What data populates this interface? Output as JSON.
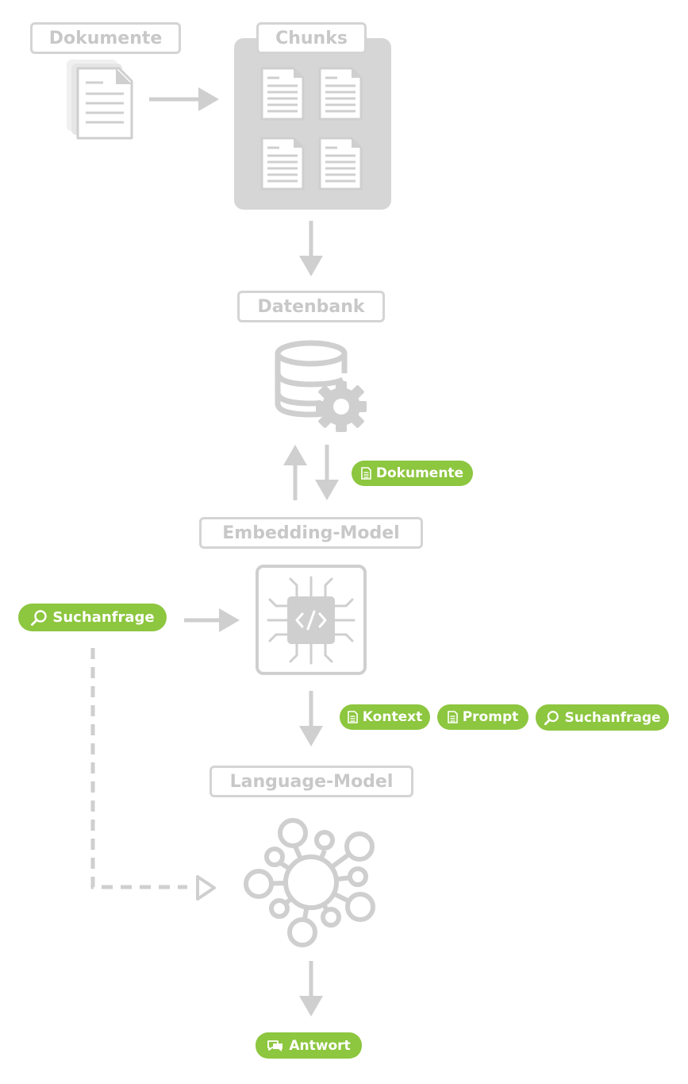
{
  "labels": {
    "dokumente": "Dokumente",
    "chunks": "Chunks",
    "datenbank": "Datenbank",
    "embedding_model": "Embedding-Model",
    "language_model": "Language-Model"
  },
  "pills": {
    "dokumente": "Dokumente",
    "suchanfrage_left": "Suchanfrage",
    "kontext": "Kontext",
    "prompt": "Prompt",
    "suchanfrage_right": "Suchanfrage",
    "antwort": "Antwort"
  },
  "colors": {
    "grey": "#cfcfcf",
    "green": "#8dc63f"
  }
}
